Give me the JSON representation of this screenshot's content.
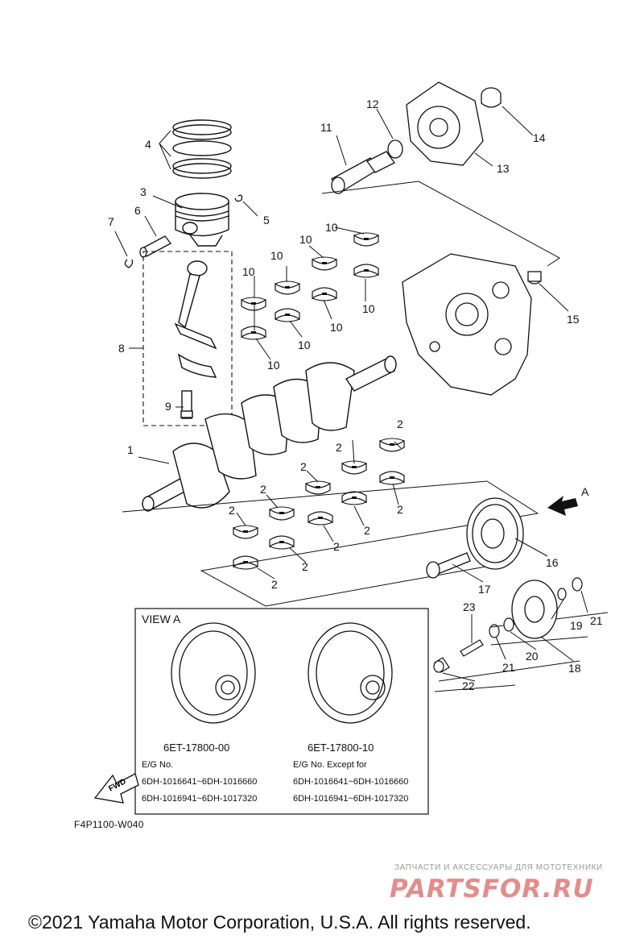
{
  "callouts": [
    "1",
    "2",
    "3",
    "4",
    "5",
    "6",
    "7",
    "8",
    "9",
    "10",
    "11",
    "12",
    "13",
    "14",
    "15",
    "16",
    "17",
    "18",
    "19",
    "20",
    "21",
    "22",
    "23"
  ],
  "view_direction_label": "A",
  "view_a": {
    "title": "VIEW A",
    "left": {
      "part_number": "6ET-17800-00",
      "eg_line1": "E/G No.",
      "eg_line2": "6DH-1016641~6DH-1016660",
      "eg_line3": "6DH-1016941~6DH-1017320"
    },
    "right": {
      "part_number": "6ET-17800-10",
      "eg_line1": "E/G No. Except for",
      "eg_line2": "6DH-1016641~6DH-1016660",
      "eg_line3": "6DH-1016941~6DH-1017320"
    }
  },
  "fwd_label": "FWD",
  "drawing_code": "F4P1100-W040",
  "watermark": {
    "caption": "ЗАПЧАСТИ И АКСЕССУАРЫ ДЛЯ МОТОТЕХНИКИ",
    "logo": "PARTSFOR.RU"
  },
  "copyright": "©2021 Yamaha Motor Corporation, U.S.A. All rights reserved."
}
